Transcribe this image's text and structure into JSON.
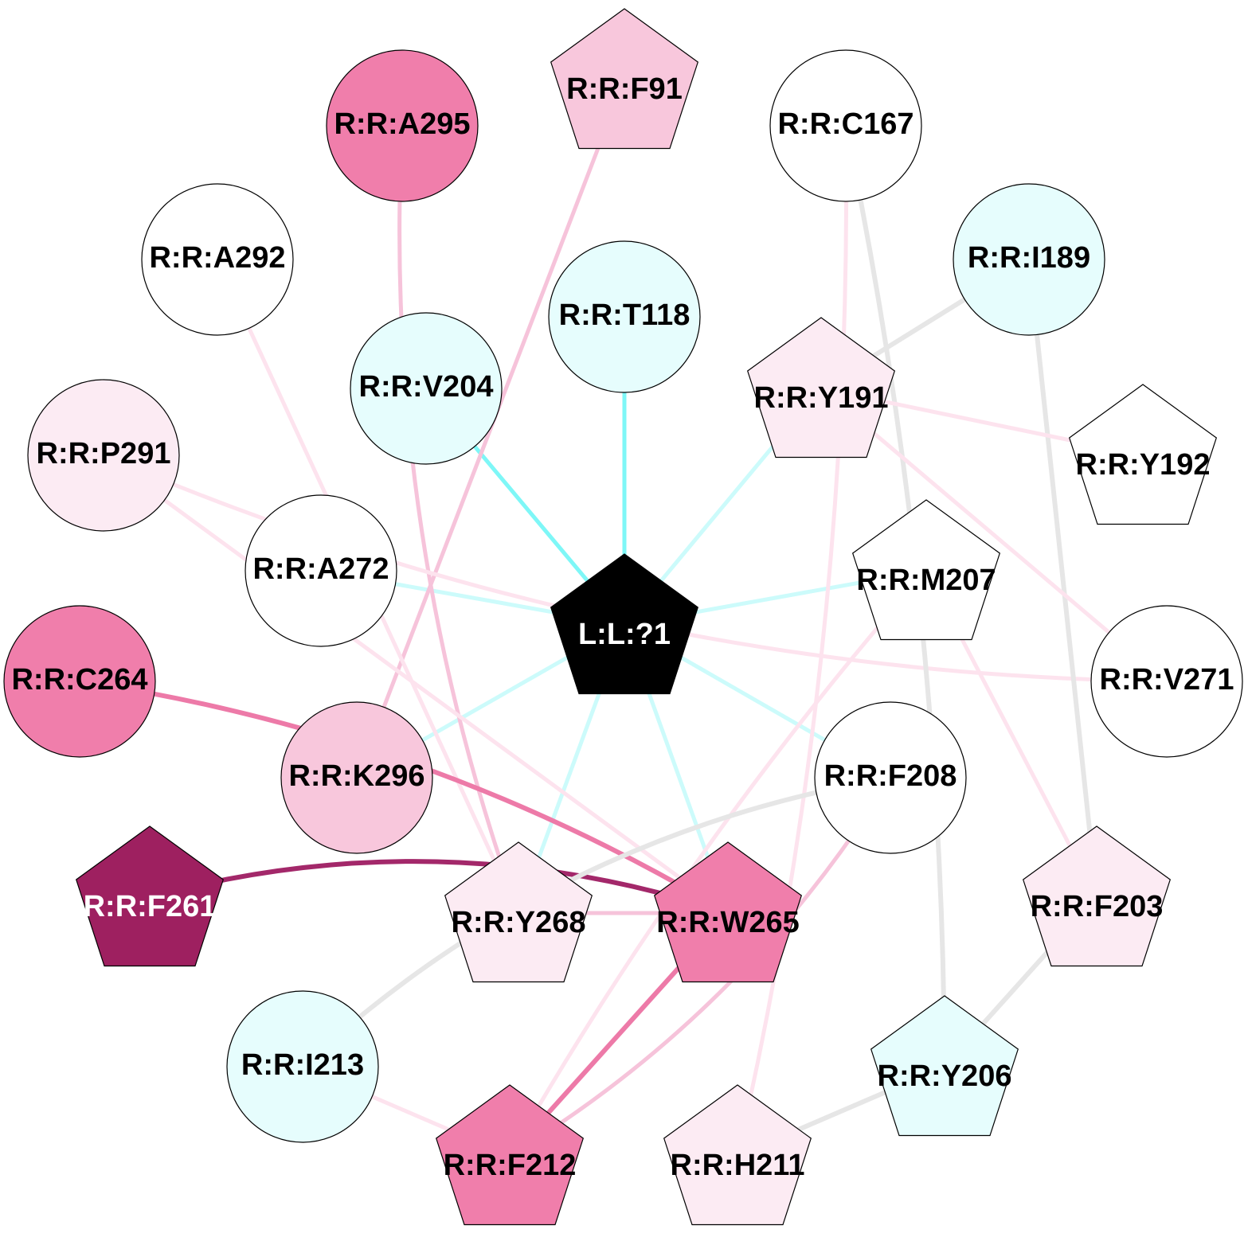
{
  "diagram": {
    "colors": {
      "white": "#ffffff",
      "cyan_light": "#e6fdfd",
      "pink_pale": "#fcebf3",
      "pink_light": "#f8c7dc",
      "pink_mid": "#f07eab",
      "magenta_dark": "#9e2060",
      "ligand": "#000000",
      "edge_cyan": "#7ef7f7",
      "edge_cyan_pale": "#ccfbfb",
      "edge_gray": "#e6e6e6",
      "edge_pink_pale": "#fde3ee",
      "edge_pink": "#f6c3da",
      "edge_pink_strong": "#ed7aa8",
      "edge_magenta": "#a3286a"
    },
    "nodes": [
      {
        "id": "L:L:?1",
        "label": "L:L:?1",
        "shape": "pentagon",
        "color": "ligand",
        "text_color": "#ffffff"
      },
      {
        "id": "R:R:F91",
        "label": "R:R:F91",
        "shape": "pentagon",
        "color": "pink_light",
        "text_color": "#000000"
      },
      {
        "id": "R:R:A295",
        "label": "R:R:A295",
        "shape": "circle",
        "color": "pink_mid",
        "text_color": "#000000"
      },
      {
        "id": "R:R:C167",
        "label": "R:R:C167",
        "shape": "circle",
        "color": "white",
        "text_color": "#000000"
      },
      {
        "id": "R:R:A292",
        "label": "R:R:A292",
        "shape": "circle",
        "color": "white",
        "text_color": "#000000"
      },
      {
        "id": "R:R:I189",
        "label": "R:R:I189",
        "shape": "circle",
        "color": "cyan_light",
        "text_color": "#000000"
      },
      {
        "id": "R:R:T118",
        "label": "R:R:T118",
        "shape": "circle",
        "color": "cyan_light",
        "text_color": "#000000"
      },
      {
        "id": "R:R:V204",
        "label": "R:R:V204",
        "shape": "circle",
        "color": "cyan_light",
        "text_color": "#000000"
      },
      {
        "id": "R:R:Y191",
        "label": "R:R:Y191",
        "shape": "pentagon",
        "color": "pink_pale",
        "text_color": "#000000"
      },
      {
        "id": "R:R:P291",
        "label": "R:R:P291",
        "shape": "circle",
        "color": "pink_pale",
        "text_color": "#000000"
      },
      {
        "id": "R:R:Y192",
        "label": "R:R:Y192",
        "shape": "pentagon",
        "color": "white",
        "text_color": "#000000"
      },
      {
        "id": "R:R:A272",
        "label": "R:R:A272",
        "shape": "circle",
        "color": "white",
        "text_color": "#000000"
      },
      {
        "id": "R:R:M207",
        "label": "R:R:M207",
        "shape": "pentagon",
        "color": "white",
        "text_color": "#000000"
      },
      {
        "id": "R:R:C264",
        "label": "R:R:C264",
        "shape": "circle",
        "color": "pink_mid",
        "text_color": "#000000"
      },
      {
        "id": "R:R:V271",
        "label": "R:R:V271",
        "shape": "circle",
        "color": "white",
        "text_color": "#000000"
      },
      {
        "id": "R:R:K296",
        "label": "R:R:K296",
        "shape": "circle",
        "color": "pink_light",
        "text_color": "#000000"
      },
      {
        "id": "R:R:F208",
        "label": "R:R:F208",
        "shape": "circle",
        "color": "white",
        "text_color": "#000000"
      },
      {
        "id": "R:R:F261",
        "label": "R:R:F261",
        "shape": "pentagon",
        "color": "magenta_dark",
        "text_color": "#ffffff"
      },
      {
        "id": "R:R:Y268",
        "label": "R:R:Y268",
        "shape": "pentagon",
        "color": "pink_pale",
        "text_color": "#000000"
      },
      {
        "id": "R:R:W265",
        "label": "R:R:W265",
        "shape": "pentagon",
        "color": "pink_mid",
        "text_color": "#000000"
      },
      {
        "id": "R:R:F203",
        "label": "R:R:F203",
        "shape": "pentagon",
        "color": "pink_pale",
        "text_color": "#000000"
      },
      {
        "id": "R:R:I213",
        "label": "R:R:I213",
        "shape": "circle",
        "color": "cyan_light",
        "text_color": "#000000"
      },
      {
        "id": "R:R:Y206",
        "label": "R:R:Y206",
        "shape": "pentagon",
        "color": "cyan_light",
        "text_color": "#000000"
      },
      {
        "id": "R:R:F212",
        "label": "R:R:F212",
        "shape": "pentagon",
        "color": "pink_mid",
        "text_color": "#000000"
      },
      {
        "id": "R:R:H211",
        "label": "R:R:H211",
        "shape": "pentagon",
        "color": "pink_pale",
        "text_color": "#000000"
      }
    ],
    "edges": [
      {
        "from": "L:L:?1",
        "to": "R:R:T118",
        "color": "edge_cyan"
      },
      {
        "from": "L:L:?1",
        "to": "R:R:V204",
        "color": "edge_cyan"
      },
      {
        "from": "L:L:?1",
        "to": "R:R:Y191",
        "color": "edge_cyan_pale"
      },
      {
        "from": "L:L:?1",
        "to": "R:R:A272",
        "color": "edge_cyan_pale"
      },
      {
        "from": "L:L:?1",
        "to": "R:R:M207",
        "color": "edge_cyan_pale"
      },
      {
        "from": "L:L:?1",
        "to": "R:R:F208",
        "color": "edge_cyan_pale"
      },
      {
        "from": "L:L:?1",
        "to": "R:R:Y268",
        "color": "edge_cyan_pale"
      },
      {
        "from": "L:L:?1",
        "to": "R:R:W265",
        "color": "edge_cyan_pale"
      },
      {
        "from": "L:L:?1",
        "to": "R:R:K296",
        "color": "edge_cyan_pale"
      },
      {
        "from": "R:R:F91",
        "to": "R:R:K296",
        "color": "edge_pink"
      },
      {
        "from": "R:R:A295",
        "to": "R:R:Y268",
        "color": "edge_pink"
      },
      {
        "from": "R:R:A292",
        "to": "R:R:Y268",
        "color": "edge_pink_pale"
      },
      {
        "from": "R:R:P291",
        "to": "R:R:V271",
        "color": "edge_pink_pale"
      },
      {
        "from": "R:R:P291",
        "to": "R:R:W265",
        "color": "edge_pink_pale"
      },
      {
        "from": "R:R:C167",
        "to": "R:R:Y206",
        "color": "edge_gray"
      },
      {
        "from": "R:R:C167",
        "to": "R:R:H211",
        "color": "edge_pink_pale"
      },
      {
        "from": "R:R:I189",
        "to": "R:R:Y191",
        "color": "edge_gray"
      },
      {
        "from": "R:R:I189",
        "to": "R:R:F203",
        "color": "edge_gray"
      },
      {
        "from": "R:R:Y191",
        "to": "R:R:Y192",
        "color": "edge_pink_pale"
      },
      {
        "from": "R:R:Y191",
        "to": "R:R:V271",
        "color": "edge_pink_pale"
      },
      {
        "from": "R:R:M207",
        "to": "R:R:F203",
        "color": "edge_pink_pale"
      },
      {
        "from": "R:R:M207",
        "to": "R:R:F212",
        "color": "edge_pink_pale"
      },
      {
        "from": "R:R:C264",
        "to": "R:R:W265",
        "color": "edge_pink_strong"
      },
      {
        "from": "R:R:F261",
        "to": "R:R:W265",
        "color": "edge_magenta"
      },
      {
        "from": "R:R:Y268",
        "to": "R:R:W265",
        "color": "edge_pink"
      },
      {
        "from": "R:R:W265",
        "to": "R:R:F212",
        "color": "edge_pink_strong"
      },
      {
        "from": "R:R:F208",
        "to": "R:R:I213",
        "color": "edge_gray"
      },
      {
        "from": "R:R:F208",
        "to": "R:R:F212",
        "color": "edge_pink"
      },
      {
        "from": "R:R:I213",
        "to": "R:R:F212",
        "color": "edge_pink_pale"
      },
      {
        "from": "R:R:F203",
        "to": "R:R:Y206",
        "color": "edge_gray"
      },
      {
        "from": "R:R:Y206",
        "to": "R:R:H211",
        "color": "edge_gray"
      }
    ]
  }
}
